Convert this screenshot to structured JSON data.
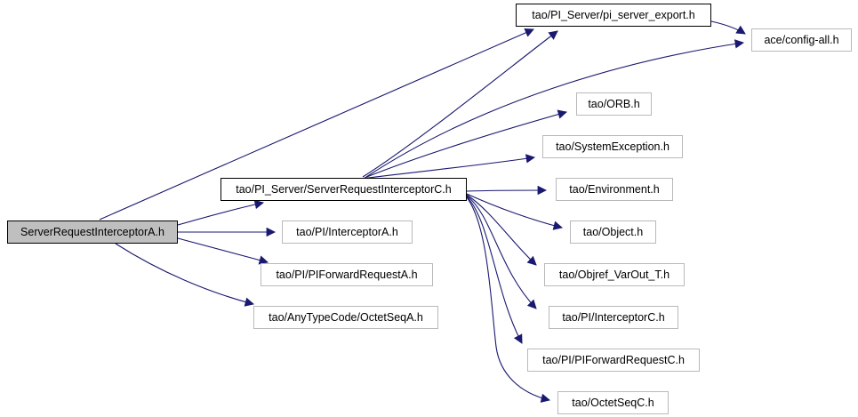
{
  "diagram": {
    "type": "include-dependency-graph",
    "background_color": "#ffffff",
    "edge_color": "#191970",
    "root_fill_color": "#bfbfbf",
    "nodes": [
      {
        "id": "a",
        "label": "ServerRequestInterceptorA.h",
        "role": "current-file"
      },
      {
        "id": "export",
        "label": "tao/PI_Server/pi_server_export.h",
        "role": "linked-header"
      },
      {
        "id": "config",
        "label": "ace/config-all.h",
        "role": "plain-header"
      },
      {
        "id": "orb",
        "label": "tao/ORB.h",
        "role": "plain-header"
      },
      {
        "id": "sysex",
        "label": "tao/SystemException.h",
        "role": "plain-header"
      },
      {
        "id": "c",
        "label": "tao/PI_Server/ServerRequestInterceptorC.h",
        "role": "linked-header"
      },
      {
        "id": "env",
        "label": "tao/Environment.h",
        "role": "plain-header"
      },
      {
        "id": "inta",
        "label": "tao/PI/InterceptorA.h",
        "role": "plain-header"
      },
      {
        "id": "obj",
        "label": "tao/Object.h",
        "role": "plain-header"
      },
      {
        "id": "pifa",
        "label": "tao/PI/PIForwardRequestA.h",
        "role": "plain-header"
      },
      {
        "id": "objref",
        "label": "tao/Objref_VarOut_T.h",
        "role": "plain-header"
      },
      {
        "id": "octa",
        "label": "tao/AnyTypeCode/OctetSeqA.h",
        "role": "plain-header"
      },
      {
        "id": "intc",
        "label": "tao/PI/InterceptorC.h",
        "role": "plain-header"
      },
      {
        "id": "pifc",
        "label": "tao/PI/PIForwardRequestC.h",
        "role": "plain-header"
      },
      {
        "id": "octc",
        "label": "tao/OctetSeqC.h",
        "role": "plain-header"
      }
    ],
    "edges": [
      {
        "from": "ServerRequestInterceptorA.h",
        "to": "tao/PI_Server/pi_server_export.h"
      },
      {
        "from": "ServerRequestInterceptorA.h",
        "to": "tao/PI_Server/ServerRequestInterceptorC.h"
      },
      {
        "from": "ServerRequestInterceptorA.h",
        "to": "tao/PI/InterceptorA.h"
      },
      {
        "from": "ServerRequestInterceptorA.h",
        "to": "tao/PI/PIForwardRequestA.h"
      },
      {
        "from": "ServerRequestInterceptorA.h",
        "to": "tao/AnyTypeCode/OctetSeqA.h"
      },
      {
        "from": "tao/PI_Server/ServerRequestInterceptorC.h",
        "to": "tao/PI_Server/pi_server_export.h"
      },
      {
        "from": "tao/PI_Server/ServerRequestInterceptorC.h",
        "to": "ace/config-all.h"
      },
      {
        "from": "tao/PI_Server/ServerRequestInterceptorC.h",
        "to": "tao/ORB.h"
      },
      {
        "from": "tao/PI_Server/ServerRequestInterceptorC.h",
        "to": "tao/SystemException.h"
      },
      {
        "from": "tao/PI_Server/ServerRequestInterceptorC.h",
        "to": "tao/Environment.h"
      },
      {
        "from": "tao/PI_Server/ServerRequestInterceptorC.h",
        "to": "tao/Object.h"
      },
      {
        "from": "tao/PI_Server/ServerRequestInterceptorC.h",
        "to": "tao/Objref_VarOut_T.h"
      },
      {
        "from": "tao/PI_Server/ServerRequestInterceptorC.h",
        "to": "tao/PI/InterceptorC.h"
      },
      {
        "from": "tao/PI_Server/ServerRequestInterceptorC.h",
        "to": "tao/PI/PIForwardRequestC.h"
      },
      {
        "from": "tao/PI_Server/ServerRequestInterceptorC.h",
        "to": "tao/OctetSeqC.h"
      },
      {
        "from": "tao/PI_Server/pi_server_export.h",
        "to": "ace/config-all.h"
      }
    ]
  }
}
